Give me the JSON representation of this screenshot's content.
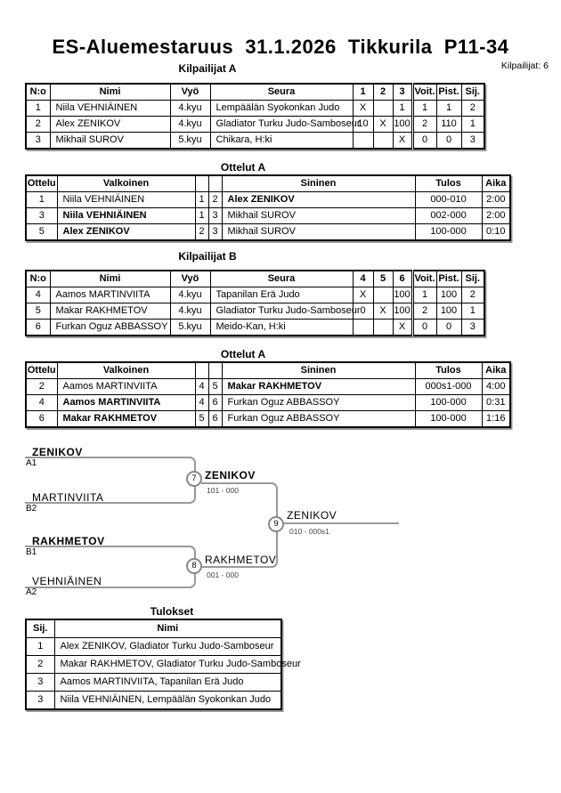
{
  "page": {
    "title": "ES-Aluemestaruus  31.1.2026  Tikkurila  P11-34",
    "competitors_label": "Kilpailijat: 6"
  },
  "sections": {
    "pool_a": {
      "title": "Kilpailijat A",
      "headers": [
        "N:o",
        "Nimi",
        "Vyö",
        "Seura",
        "1",
        "2",
        "3",
        "Voit.",
        "Pist.",
        "Sij."
      ],
      "rows": [
        {
          "no": "1",
          "name": "Niila VEHNIÄINEN",
          "belt": "4.kyu",
          "club": "Lempäälän Syokonkan Judo",
          "r1": "X",
          "r2": "",
          "r3": "1",
          "wins": "1",
          "points": "1",
          "place": "2"
        },
        {
          "no": "2",
          "name": "Alex ZENIKOV",
          "belt": "4.kyu",
          "club": "Gladiator Turku Judo-Samboseur",
          "r1": "10",
          "r2": "X",
          "r3": "100",
          "wins": "2",
          "points": "110",
          "place": "1"
        },
        {
          "no": "3",
          "name": "Mikhail SUROV",
          "belt": "5.kyu",
          "club": "Chikara, H:ki",
          "r1": "",
          "r2": "",
          "r3": "X",
          "wins": "0",
          "points": "0",
          "place": "3"
        }
      ]
    },
    "matches_a": {
      "title": "Ottelut A",
      "headers": [
        "Ottelu",
        "Valkoinen",
        "",
        "",
        "Sininen",
        "Tulos",
        "Aika"
      ],
      "rows": [
        {
          "match": "1",
          "white": "Niila VEHNIÄINEN",
          "white_bold": false,
          "wn": "1",
          "bn": "2",
          "blue": "Alex ZENIKOV",
          "blue_bold": true,
          "result": "000-010",
          "time": "2:00"
        },
        {
          "match": "3",
          "white": "Niila VEHNIÄINEN",
          "white_bold": true,
          "wn": "1",
          "bn": "3",
          "blue": "Mikhail SUROV",
          "blue_bold": false,
          "result": "002-000",
          "time": "2:00"
        },
        {
          "match": "5",
          "white": "Alex ZENIKOV",
          "white_bold": true,
          "wn": "2",
          "bn": "3",
          "blue": "Mikhail SUROV",
          "blue_bold": false,
          "result": "100-000",
          "time": "0:10"
        }
      ]
    },
    "pool_b": {
      "title": "Kilpailijat B",
      "headers": [
        "N:o",
        "Nimi",
        "Vyö",
        "Seura",
        "4",
        "5",
        "6",
        "Voit.",
        "Pist.",
        "Sij."
      ],
      "rows": [
        {
          "no": "4",
          "name": "Aamos MARTINVIITA",
          "belt": "4.kyu",
          "club": "Tapanilan Erä Judo",
          "r1": "X",
          "r2": "",
          "r3": "100",
          "wins": "1",
          "points": "100",
          "place": "2"
        },
        {
          "no": "5",
          "name": "Makar RAKHMETOV",
          "belt": "4.kyu",
          "club": "Gladiator Turku Judo-Samboseur",
          "r1": "0",
          "r2": "X",
          "r3": "100",
          "wins": "2",
          "points": "100",
          "place": "1"
        },
        {
          "no": "6",
          "name": "Furkan Oguz ABBASSOY",
          "belt": "5.kyu",
          "club": "Meido-Kan, H:ki",
          "r1": "",
          "r2": "",
          "r3": "X",
          "wins": "0",
          "points": "0",
          "place": "3"
        }
      ]
    },
    "matches_b": {
      "title": "Ottelut A",
      "headers": [
        "Ottelu",
        "Valkoinen",
        "",
        "",
        "Sininen",
        "Tulos",
        "Aika"
      ],
      "rows": [
        {
          "match": "2",
          "white": "Aamos MARTINVIITA",
          "white_bold": false,
          "wn": "4",
          "bn": "5",
          "blue": "Makar RAKHMETOV",
          "blue_bold": true,
          "result": "000s1-000",
          "time": "4:00"
        },
        {
          "match": "4",
          "white": "Aamos MARTINVIITA",
          "white_bold": true,
          "wn": "4",
          "bn": "6",
          "blue": "Furkan Oguz ABBASSOY",
          "blue_bold": false,
          "result": "100-000",
          "time": "0:31"
        },
        {
          "match": "6",
          "white": "Makar RAKHMETOV",
          "white_bold": true,
          "wn": "5",
          "bn": "6",
          "blue": "Furkan Oguz ABBASSOY",
          "blue_bold": false,
          "result": "100-000",
          "time": "1:16"
        }
      ]
    },
    "bracket": {
      "entrants": [
        {
          "name": "ZENIKOV",
          "seed": "A1"
        },
        {
          "name": "MARTINVIITA",
          "seed": "B2"
        },
        {
          "name": "RAKHMETOV",
          "seed": "B1"
        },
        {
          "name": "VEHNIÄINEN",
          "seed": "A2"
        }
      ],
      "semifinal_1": {
        "match_no": "7",
        "winner": "ZENIKOV",
        "score": "101 - 000"
      },
      "semifinal_2": {
        "match_no": "8",
        "winner": "RAKHMETOV",
        "score": "001 - 000"
      },
      "final": {
        "match_no": "9",
        "winner": "ZENIKOV",
        "score": "010 - 000s1"
      }
    },
    "results": {
      "title": "Tulokset",
      "headers": [
        "Sij.",
        "Nimi"
      ],
      "rows": [
        {
          "place": "1",
          "name": "Alex ZENIKOV, Gladiator Turku Judo-Samboseur"
        },
        {
          "place": "2",
          "name": "Makar RAKHMETOV, Gladiator Turku Judo-Samboseur"
        },
        {
          "place": "3",
          "name": "Aamos MARTINVIITA, Tapanilan Erä Judo"
        },
        {
          "place": "3",
          "name": "Niila VEHNIÄINEN, Lempäälän Syokonkan Judo"
        }
      ]
    }
  }
}
